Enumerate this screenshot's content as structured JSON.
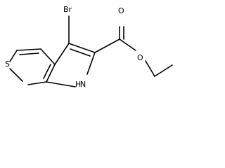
{
  "molecule": {
    "atoms": {
      "bromine": "Br",
      "sulfur": "S",
      "nitrogen_h": "H",
      "nitrogen": "N",
      "carbonyl_oxygen": "O",
      "ester_oxygen": "O"
    },
    "colors": {
      "bond": "#000000",
      "label": "#000000",
      "background": "#ffffff"
    }
  }
}
